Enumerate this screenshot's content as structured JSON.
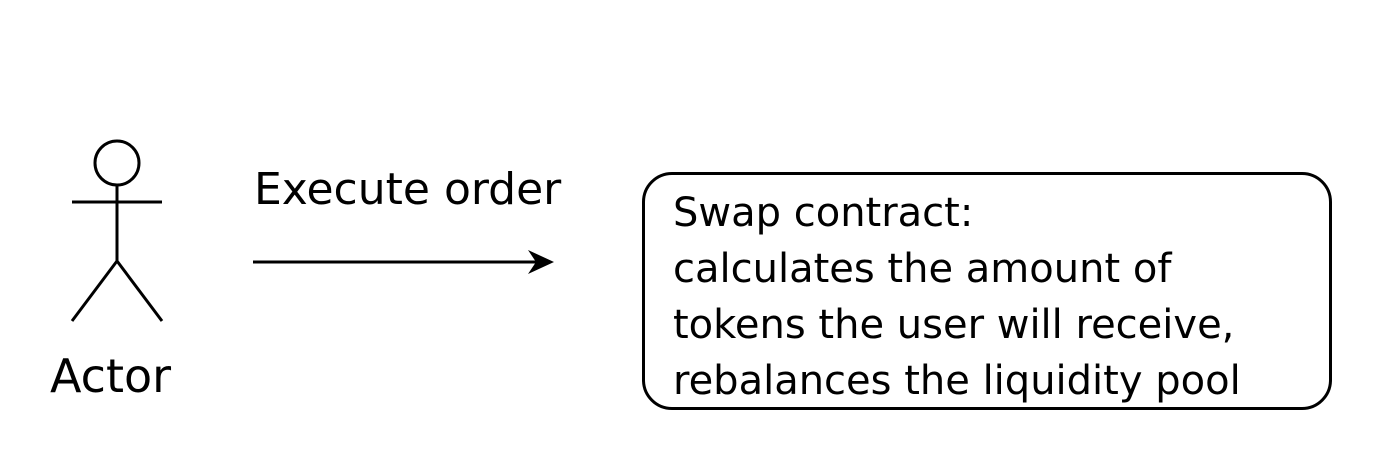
{
  "actor": {
    "label": "Actor"
  },
  "edge": {
    "label": "Execute order"
  },
  "contract": {
    "lines": [
      "Swap contract:",
      "calculates the amount of",
      "tokens the user will receive,",
      "rebalances the liquidity pool"
    ]
  },
  "colors": {
    "stroke": "#000000",
    "background": "#ffffff"
  }
}
